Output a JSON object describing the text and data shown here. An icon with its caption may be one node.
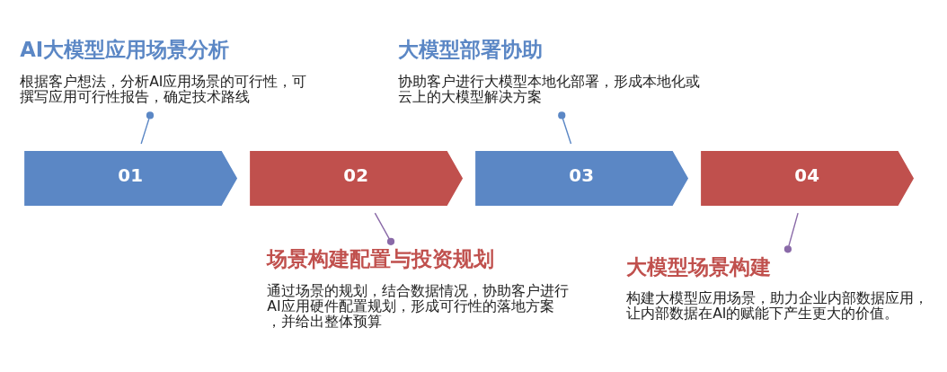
{
  "diagram": {
    "nodes": [
      {
        "text": [
          "01"
        ]
      },
      {
        "text": [
          "02"
        ]
      },
      {
        "text": [
          "03"
        ]
      },
      {
        "text": [
          "04"
        ]
      },
      {
        "text": [
          "AI大模型应用场景分析",
          "根据客户想法，分析AI应用场景的可行性，可撰写应用可行性报告，确定技术路线"
        ]
      },
      {
        "text": [
          "场景构建配置与投资规划",
          "通过场景的规划，结合数据情况，协助客户进行AI应用硬件配置规划，形成可行性的落地方案，并给出整体预算"
        ]
      },
      {
        "text": [
          "大模型部署协助",
          "协助客户进行大模型本地化部署，形成本地化或云上的大模型解决方案"
        ]
      },
      {
        "text": [
          "大模型场景构建",
          "构建大模型应用场景，助力企业内部数据应用，让内部数据在AI的赋能下产生更大的价值。"
        ]
      }
    ],
    "edges": [
      {
        "from": 4,
        "to": 0,
        "arrow": "other",
        "color": "#5b87c5"
      },
      {
        "from": 5,
        "to": 1,
        "arrow": "other",
        "color": "#8a6aa8"
      },
      {
        "from": 6,
        "to": 2,
        "arrow": "other",
        "color": "#5b87c5"
      },
      {
        "from": 7,
        "to": 3,
        "arrow": "other",
        "color": "#8a6aa8"
      }
    ]
  }
}
